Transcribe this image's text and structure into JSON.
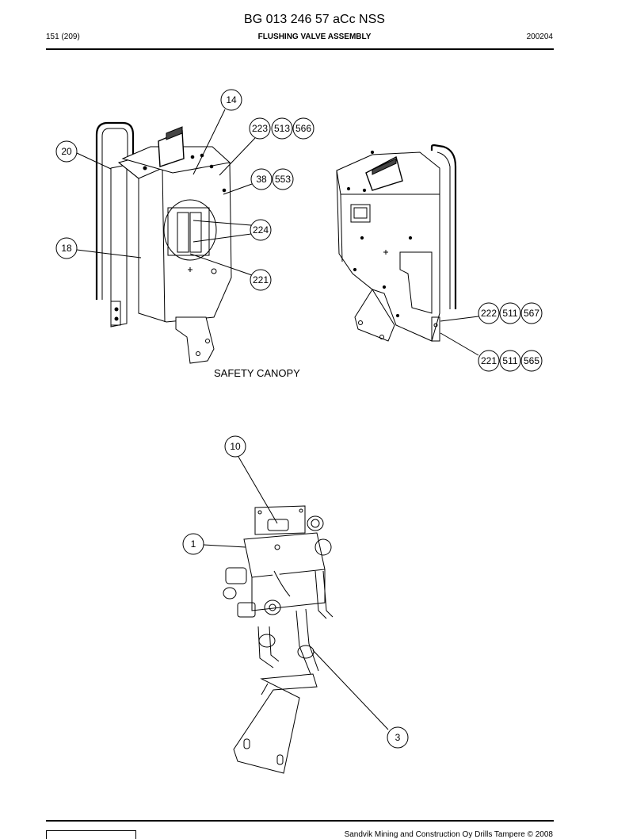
{
  "header": {
    "doc_title": "BG 013 246 57 aCc NSS",
    "page": "151 (209)",
    "section_title": "FLUSHING VALVE ASSEMBLY",
    "date_code": "200204"
  },
  "figure": {
    "caption": "SAFETY CANOPY",
    "callouts": {
      "c14": "14",
      "c223": "223",
      "c513": "513",
      "c566": "566",
      "c20": "20",
      "c38": "38",
      "c553": "553",
      "c224": "224",
      "c18": "18",
      "c221a": "221",
      "c222": "222",
      "c511a": "511",
      "c567": "567",
      "c221b": "221",
      "c511b": "511",
      "c565": "565",
      "c10": "10",
      "c1": "1",
      "c3": "3"
    }
  },
  "footer": {
    "copyright": "Sandvik Mining and Construction Oy Drills Tampere © 2008"
  }
}
